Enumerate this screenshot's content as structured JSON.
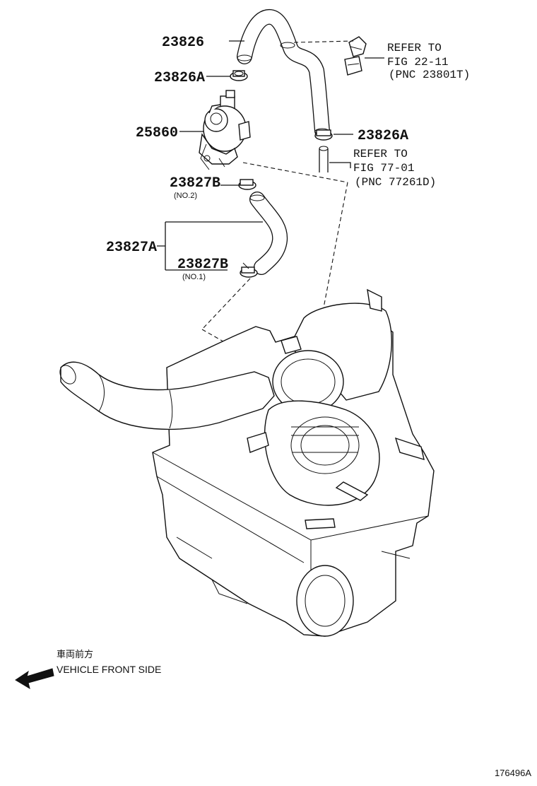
{
  "labels": {
    "p23826": "23826",
    "p23826A_top": "23826A",
    "p25860": "25860",
    "p23826A_right": "23826A",
    "p23827B_no2": "23827B",
    "p23827B_no2_note": "(NO.2)",
    "p23827A": "23827A",
    "p23827B_no1": "23827B",
    "p23827B_no1_note": "(NO.1)"
  },
  "refs": {
    "fig22": {
      "line1": "REFER TO",
      "line2": "FIG 22-11",
      "line3": "(PNC 23801T)"
    },
    "fig77": {
      "line1": "REFER TO",
      "line2": "FIG 77-01",
      "line3": "(PNC 77261D)"
    }
  },
  "direction": {
    "jp": "車両前方",
    "en": "VEHICLE FRONT SIDE"
  },
  "figure_id": "176496A"
}
